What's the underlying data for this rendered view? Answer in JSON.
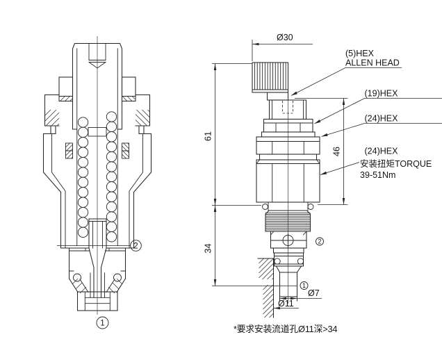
{
  "labels": {
    "allen_hex": "(5)HEX",
    "allen_head": "ALLEN HEAD",
    "hex19": "(19)HEX",
    "hex24_nut": "(24)HEX",
    "hex24_body": "(24)HEX",
    "torque_cn": "安装扭矩TORQUE",
    "torque_value": "39-51Nm"
  },
  "dimensions": {
    "knob_dia": "Ø30",
    "upper_height": "61",
    "body_height": "46",
    "cavity_depth": "34",
    "nose_dia": "Ø7",
    "bore_dia": "Ø11"
  },
  "balloons": {
    "port1": "1",
    "port2": "2"
  },
  "note": "*要求安装流道孔Ø11深>34"
}
